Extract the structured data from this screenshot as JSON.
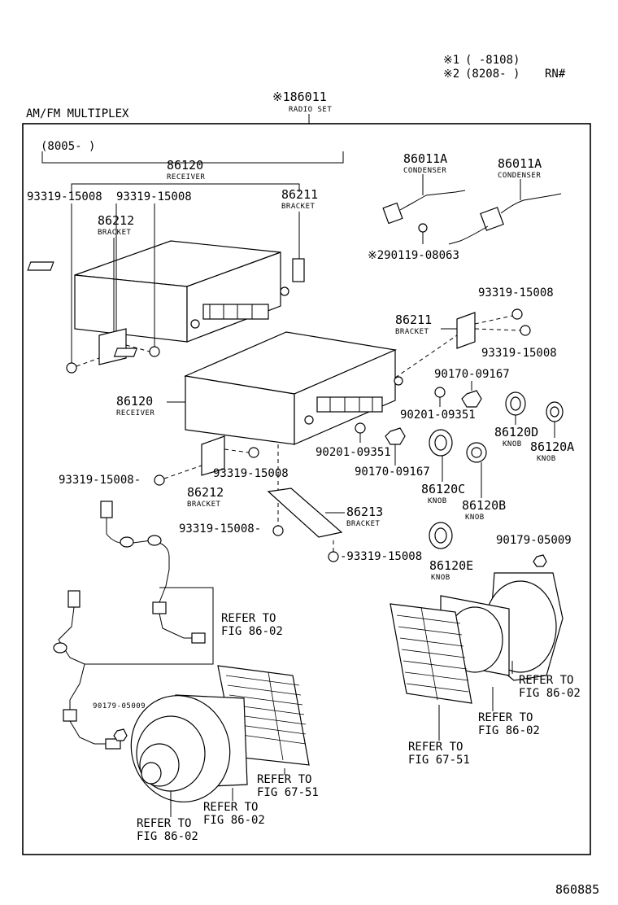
{
  "header": {
    "legend_note1_mark": "※1",
    "legend_note1_range": "(      -8108)",
    "legend_note2_mark": "※2",
    "legend_note2_range": "(8208-      )",
    "legend_note2_suffix": "RN#",
    "assembly_part_no": "※186011",
    "assembly_name": "RADIO SET",
    "section_title": "AM/FM MULTIPLEX",
    "date_range": "(8005-        )"
  },
  "labels": {
    "receiver_top_no": "86120",
    "receiver_top_name": "RECEIVER",
    "screw_left_1": "93319-15008",
    "screw_left_2": "93319-15008",
    "bracket_top_left_no": "86212",
    "bracket_top_left_name": "BRACKET",
    "bracket_top_right_no": "86211",
    "bracket_top_right_name": "BRACKET",
    "condenser_1_no": "86011A",
    "condenser_1_name": "CONDENSER",
    "condenser_2_no": "86011A",
    "condenser_2_name": "CONDENSER",
    "condenser_screw": "※290119-08063",
    "screw_right_1": "93319-15008",
    "bracket_mid_right_no": "86211",
    "bracket_mid_right_name": "BRACKET",
    "screw_right_2": "93319-15008",
    "nut_1": "90170-09167",
    "washer_1": "90201-09351",
    "knob_d_no": "86120D",
    "knob_d_name": "KNOB",
    "knob_a_no": "86120A",
    "knob_a_name": "KNOB",
    "receiver_mid_no": "86120",
    "receiver_mid_name": "RECEIVER",
    "washer_2": "90201-09351",
    "nut_2": "90170-09167",
    "knob_c_no": "86120C",
    "knob_c_name": "KNOB",
    "knob_b_no": "86120B",
    "knob_b_name": "KNOB",
    "screw_lower_1": "93319-15008-",
    "screw_lower_2": "93319-15008",
    "bracket_lower_no": "86212",
    "bracket_lower_name": "BRACKET",
    "bracket_bottom_no": "86213",
    "bracket_bottom_name": "BRACKET",
    "screw_lower_3": "93319-15008-",
    "screw_lower_4": "-93319-15008",
    "knob_e_no": "86120E",
    "knob_e_name": "KNOB",
    "nut_3": "90179-05009",
    "refer_wire_1": "REFER TO",
    "refer_wire_2": "FIG 86-02",
    "nut_4": "90179-05009",
    "refer_r1_1": "REFER TO",
    "refer_r1_2": "FIG 86-02",
    "refer_r2_1": "REFER TO",
    "refer_r2_2": "FIG 86-02",
    "refer_r3_1": "REFER TO",
    "refer_r3_2": "FIG 67-51",
    "refer_l1_1": "REFER TO",
    "refer_l1_2": "FIG 67-51",
    "refer_l2_1": "REFER TO",
    "refer_l2_2": "FIG 86-02",
    "refer_l3_1": "REFER TO",
    "refer_l3_2": "FIG 86-02"
  },
  "footer": {
    "diagram_id": "860885"
  }
}
